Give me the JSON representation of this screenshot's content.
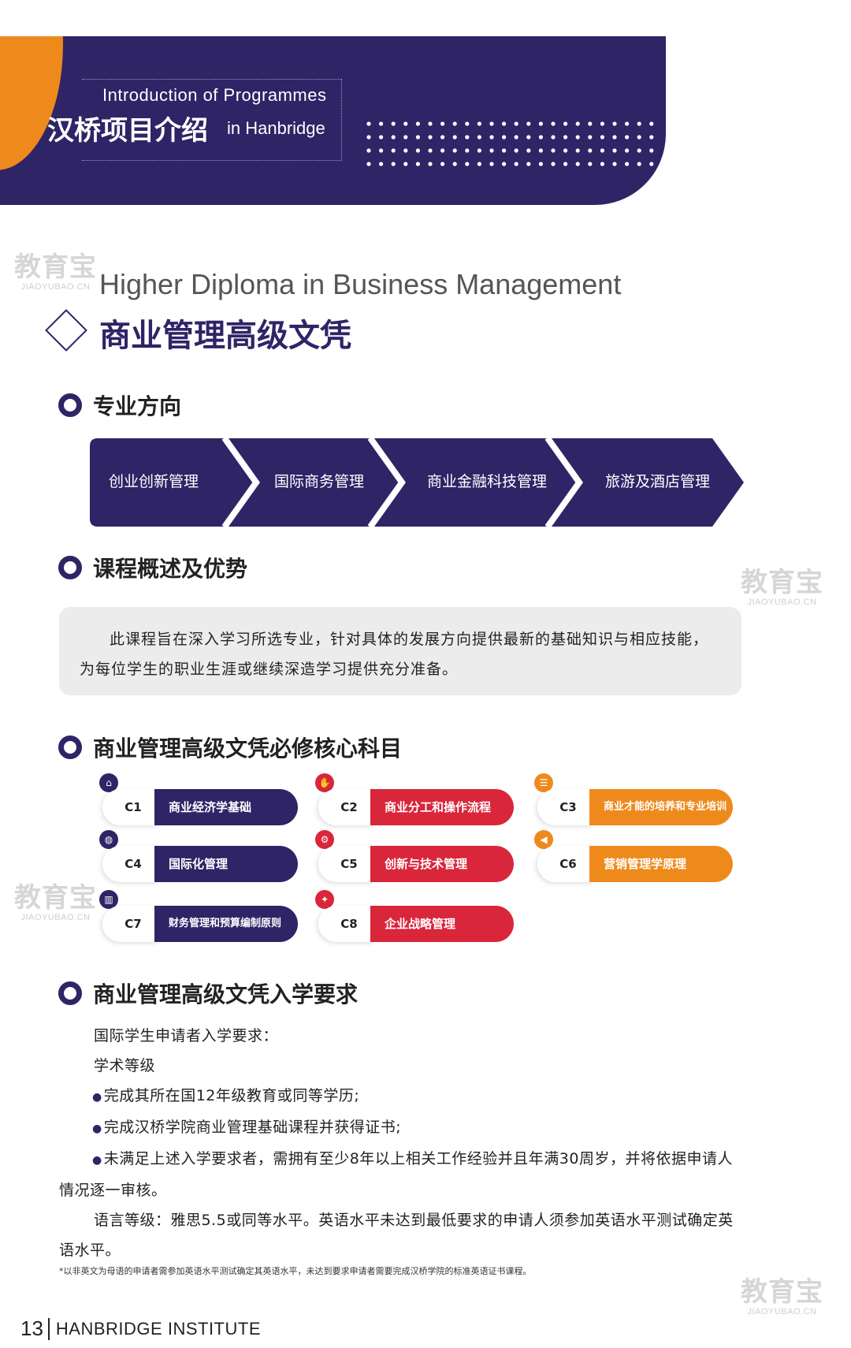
{
  "header": {
    "intro_en_line1": "Introduction of Programmes",
    "intro_cn": "汉桥项目介绍",
    "intro_en_line2": "in Hanbridge",
    "colors": {
      "navy": "#2f2466",
      "orange": "#ee8a1c",
      "red": "#d9263b"
    }
  },
  "watermark": {
    "cn": "教育宝",
    "en": "JIAOYUBAO.CN"
  },
  "programme": {
    "title_en": "Higher Diploma in Business Management",
    "title_cn": "商业管理高级文凭"
  },
  "sections": {
    "majors_title": "专业方向",
    "overview_title": "课程概述及优势",
    "core_title": "商业管理高级文凭必修核心科目",
    "requirements_title": "商业管理高级文凭入学要求"
  },
  "majors": [
    "创业创新管理",
    "国际商务管理",
    "商业金融科技管理",
    "旅游及酒店管理"
  ],
  "overview_text": "此课程旨在深入学习所选专业，针对具体的发展方向提供最新的基础知识与相应技能，为每位学生的职业生涯或继续深造学习提供充分准备。",
  "courses": [
    {
      "code": "C1",
      "name": "商业经济学基础",
      "color": "navy",
      "icon": "building-icon"
    },
    {
      "code": "C2",
      "name": "商业分工和操作流程",
      "color": "red",
      "icon": "handshake-icon"
    },
    {
      "code": "C3",
      "name": "商业才能的培养和专业培训",
      "color": "orange",
      "icon": "document-icon"
    },
    {
      "code": "C4",
      "name": "国际化管理",
      "color": "navy",
      "icon": "globe-icon"
    },
    {
      "code": "C5",
      "name": "创新与技术管理",
      "color": "red",
      "icon": "gear-icon"
    },
    {
      "code": "C6",
      "name": "营销管理学原理",
      "color": "orange",
      "icon": "megaphone-icon"
    },
    {
      "code": "C7",
      "name": "财务管理和预算编制原则",
      "color": "navy",
      "icon": "chart-icon"
    },
    {
      "code": "C8",
      "name": "企业战略管理",
      "color": "red",
      "icon": "lightbulb-icon"
    }
  ],
  "requirements": {
    "intro": "国际学生申请者入学要求：",
    "academic_label": "学术等级",
    "bullets": [
      "完成其所在国12年级教育或同等学历;",
      "完成汉桥学院商业管理基础课程并获得证书;",
      "未满足上述入学要求者，需拥有至少8年以上相关工作经验并且年满30周岁，并将依据申请人情况逐一审核。"
    ],
    "language": "语言等级：雅思5.5或同等水平。英语水平未达到最低要求的申请人须参加英语水平测试确定英语水平。",
    "footnote": "*以非英文为母语的申请者需参加英语水平测试确定其英语水平，未达到要求申请者需要完成汉桥学院的标准英语证书课程。"
  },
  "footer": {
    "page_number": "13",
    "institute": "HANBRIDGE INSTITUTE"
  }
}
